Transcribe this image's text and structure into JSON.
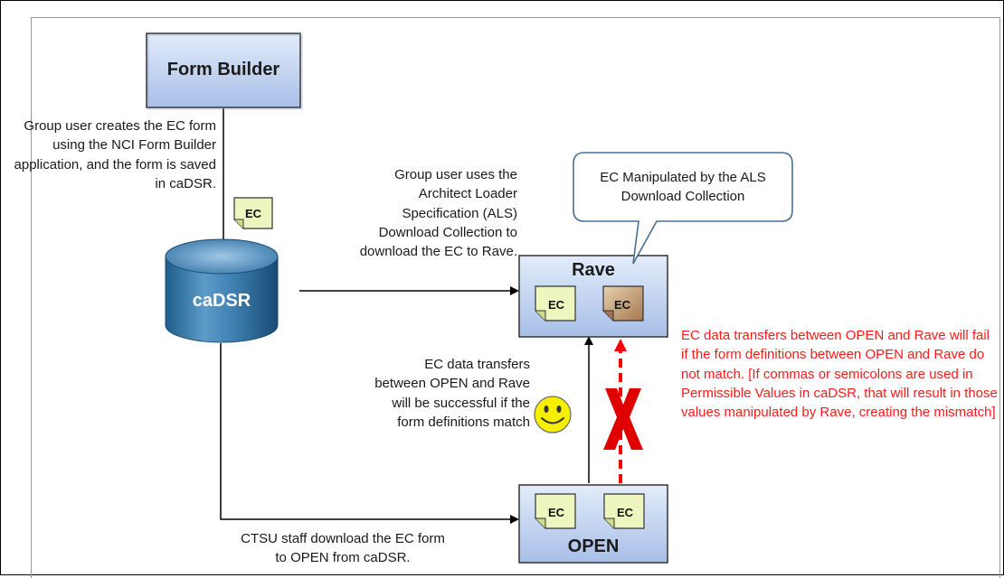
{
  "colors": {
    "box_fill_top": "#dfe9f9",
    "box_fill_bottom": "#a9c0e8",
    "box_border": "#2b2b2b",
    "cylinder": "#2e6f9e",
    "note_green": "#e9f3b7",
    "note_tan": "#c8a37c",
    "red_text": "#ff1a1a",
    "red_x": "#e00000",
    "smiley": "#f6ee00"
  },
  "nodes": {
    "form_builder": "Form Builder",
    "cadsr": "caDSR",
    "rave": "Rave",
    "open": "OPEN"
  },
  "ec_label": "EC",
  "annotations": {
    "group_user_creates": "Group user creates the EC form using the NCI Form Builder application, and the form is saved in caDSR.",
    "group_user_uses_als": "Group user uses the Architect Loader Specification (ALS) Download Collection to download the EC to Rave.",
    "ec_manipulated": "EC Manipulated by the ALS Download Collection",
    "success": "EC data transfers between OPEN and Rave will be successful if the form definitions match",
    "failure": "EC data transfers between OPEN and Rave will fail if  the form definitions between OPEN and Rave do not match. [If commas or semicolons are used in Permissible Values in caDSR, that will result in those values manipulated by Rave, creating the mismatch]",
    "ctsu_download": "CTSU staff download the EC form to OPEN from caDSR."
  }
}
